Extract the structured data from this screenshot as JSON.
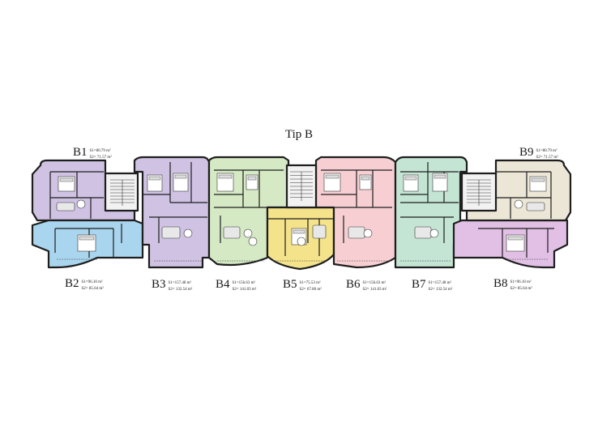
{
  "title": "Tip B",
  "area_unit": "m²",
  "colors": {
    "lavender": "#cfc2e3",
    "blue": "#a9d5ee",
    "green": "#d5e9c4",
    "yellow": "#f4e38a",
    "pink": "#f7cfd3",
    "teal": "#c4e5d4",
    "magenta": "#e2c0e6",
    "beige": "#ece6d6",
    "wall": "#1e1e1e"
  },
  "units": [
    {
      "code": "B1",
      "s1": "S1=80.79 m²",
      "s2": "S2= 71.57 m²"
    },
    {
      "code": "B2",
      "s1": "S1=96.10 m²",
      "s2": "S2= 85.64 m²"
    },
    {
      "code": "B3",
      "s1": "S1=157.48 m²",
      "s2": "S2= 132.54 m²"
    },
    {
      "code": "B4",
      "s1": "S1=156.63 m²",
      "s2": "S2= 141.03 m²"
    },
    {
      "code": "B5",
      "s1": "S1=75.53 m²",
      "s2": "S2= 67.80 m²"
    },
    {
      "code": "B6",
      "s1": "S1=156.63 m²",
      "s2": "S2= 141.03 m²"
    },
    {
      "code": "B7",
      "s1": "S1=157.48 m²",
      "s2": "S2= 132.54 m²"
    },
    {
      "code": "B8",
      "s1": "S1=96.10 m²",
      "s2": "S2= 85.64 m²"
    },
    {
      "code": "B9",
      "s1": "S1=80.79 m²",
      "s2": "S2= 71.57 m²"
    }
  ]
}
